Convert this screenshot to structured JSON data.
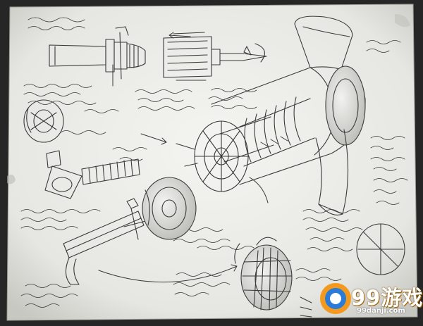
{
  "image": {
    "subject": "pencil technical sketch of a mechanical device with exploded parts",
    "palette": {
      "paper": "#eeeeea",
      "paper_shadow": "#c9c9c4",
      "pencil": "#3a3a3a",
      "frame": "#262626",
      "watermark_orange": "#f39a1e",
      "watermark_blue": "#2b7bd8"
    }
  },
  "watermark": {
    "brand": "游戏",
    "url": "99danji.com",
    "logo_digits": "99"
  }
}
